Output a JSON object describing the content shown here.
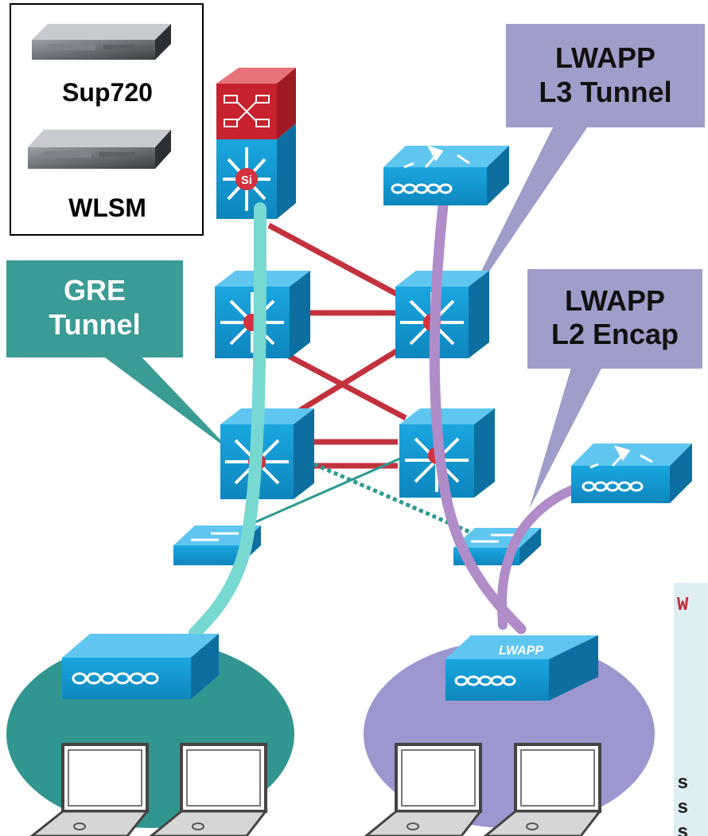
{
  "legend": {
    "items": [
      {
        "label": "Sup720",
        "icon": "supervisor-module-icon"
      },
      {
        "label": "WLSM",
        "icon": "wireless-services-module-icon"
      }
    ]
  },
  "callouts": {
    "lwapp_l3": {
      "line1": "LWAPP",
      "line2": "L3 Tunnel",
      "color": "#9f9dc9"
    },
    "lwapp_l2": {
      "line1": "LWAPP",
      "line2": "L2 Encap",
      "color": "#9f9dc9"
    },
    "gre": {
      "line1": "GRE",
      "line2": "Tunnel",
      "color": "#3b9b95"
    }
  },
  "access_point_label": "LWAPP",
  "side_text": {
    "line1": "W",
    "line2": "s",
    "line3": "s",
    "line4": "s"
  },
  "colors": {
    "device_blue": "#1294cf",
    "device_blue_dark": "#0c6f9f",
    "link_red": "#c2323e",
    "gre_path": "#78d8d2",
    "lwapp_path": "#b08cc8",
    "teal_cloud": "#31968f",
    "purple_cloud": "#9c97cf",
    "router_red": "#d2313d"
  }
}
